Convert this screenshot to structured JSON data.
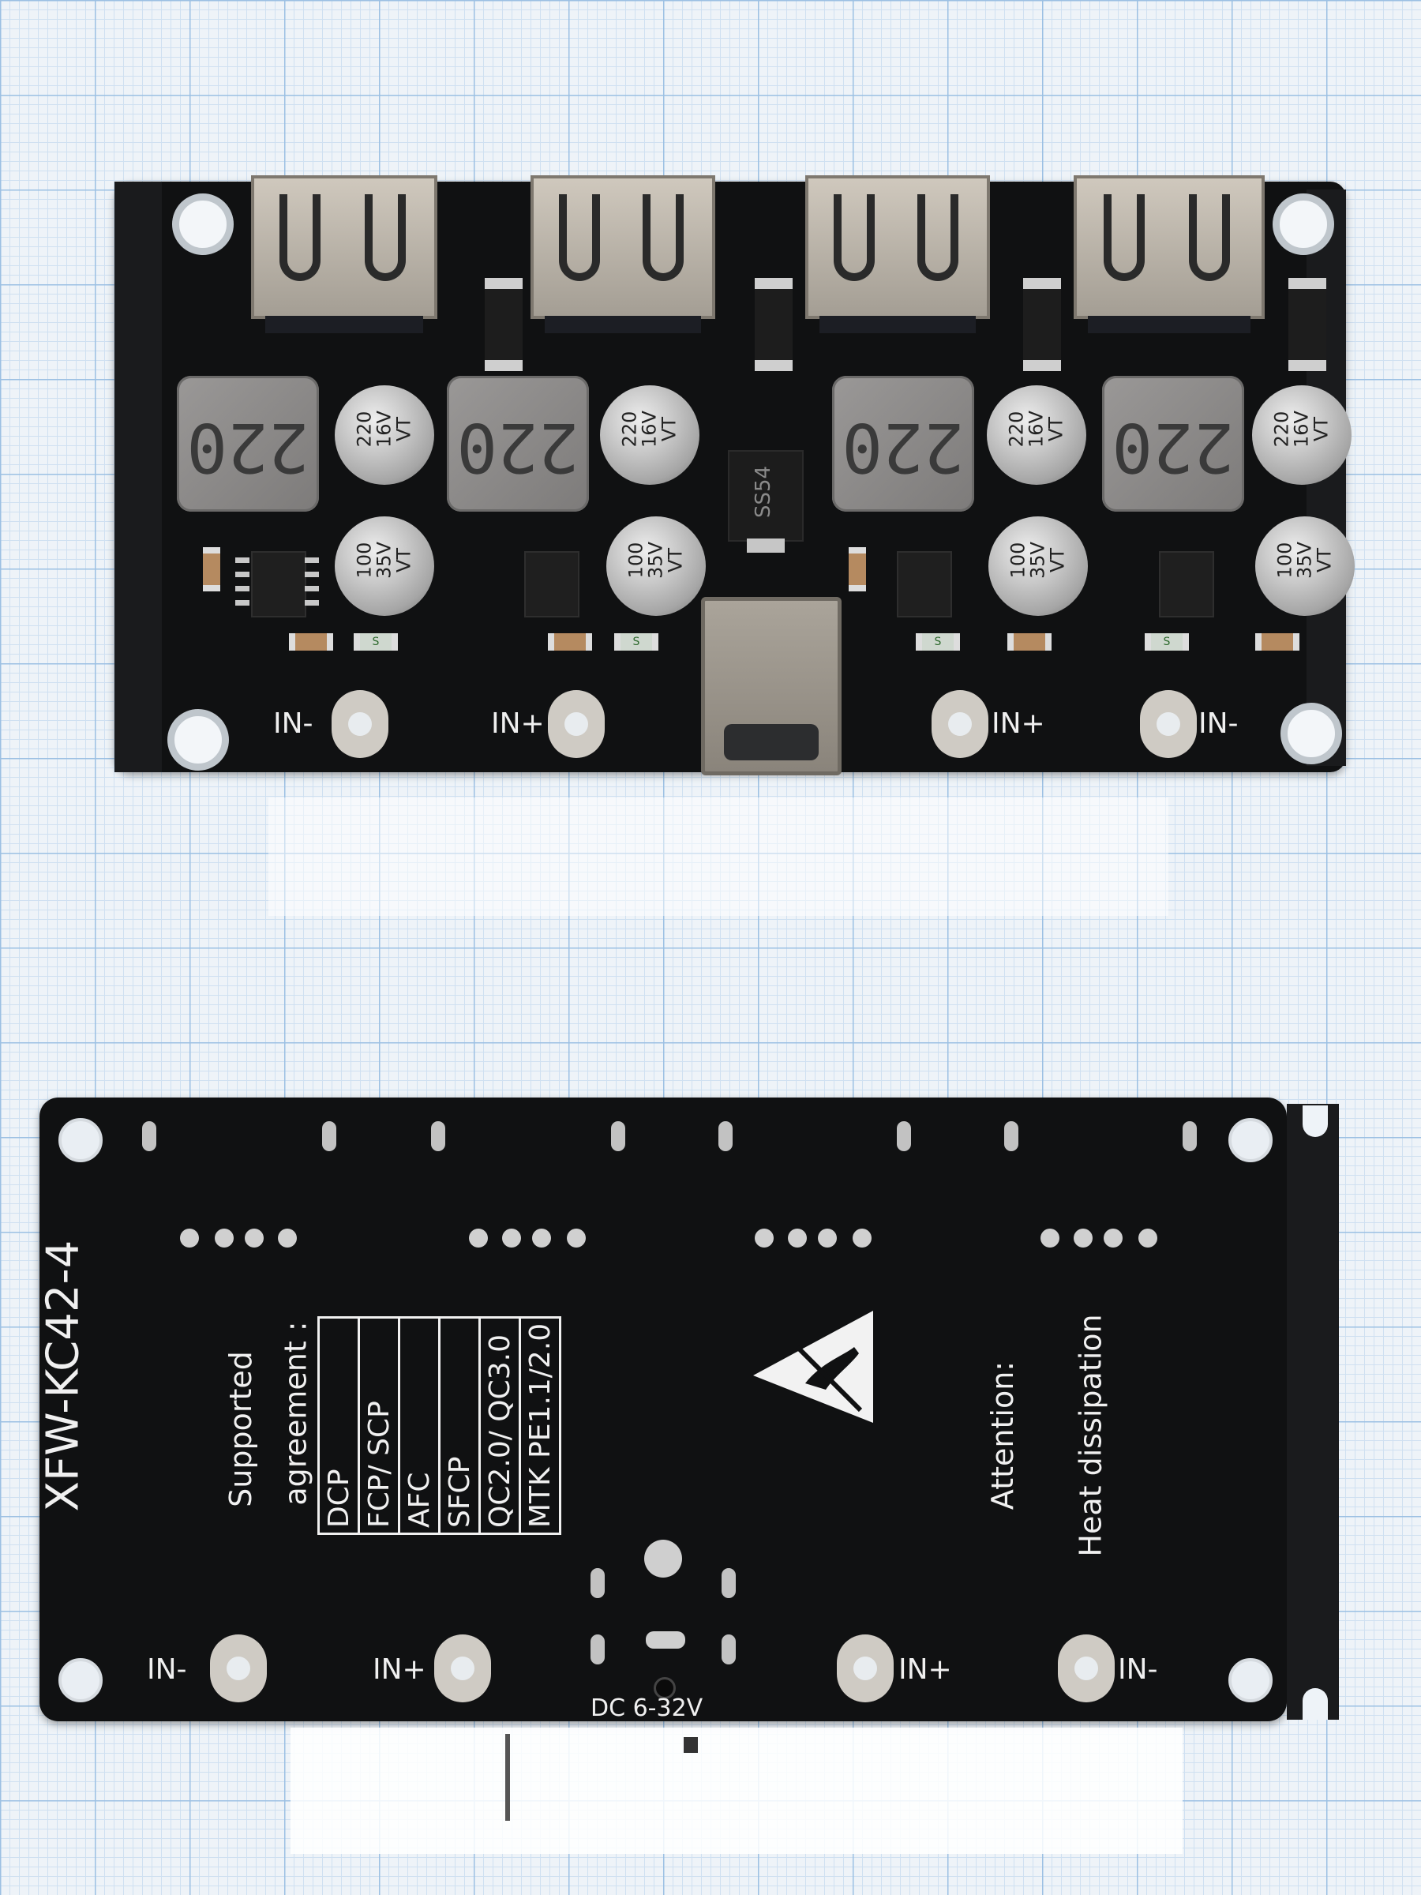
{
  "top_board": {
    "inductor_markings": [
      "220",
      "220",
      "220",
      "220"
    ],
    "cap_220": "220\n16V\nVT",
    "cap_100": "100\n35V\nVT",
    "diode_marking": "SS54",
    "smd_marking": "S",
    "pad_labels": [
      "IN-",
      "IN+",
      "IN+",
      "IN-"
    ]
  },
  "bottom_board": {
    "model": "XFW-KC42-4",
    "supported_title_line1": "Supported",
    "supported_title_line2": "agreement :",
    "protocols": [
      "DCP",
      "FCP/ SCP",
      "AFC",
      "SFCP",
      "QC2.0/ QC3.0",
      "MTK PE1.1/2.0"
    ],
    "attention_line1": "Attention:",
    "attention_line2": "Heat dissipation",
    "input_voltage": "DC  6-32V",
    "pad_labels": [
      "IN-",
      "IN+",
      "IN+",
      "IN-"
    ],
    "warning_icon": "esd-warning-icon"
  }
}
